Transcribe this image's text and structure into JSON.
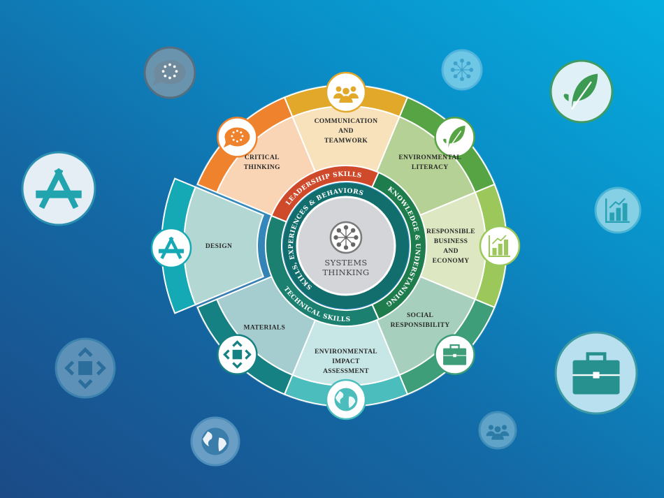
{
  "center": {
    "title_lines": [
      "SYSTEMS",
      "THINKING"
    ],
    "icon": "network-icon"
  },
  "inner_ring": {
    "label": "SKILLS, EXPERIENCES & BEHAVIORS",
    "color": "#116e6c"
  },
  "bands": [
    {
      "label": "LEADERSHIP SKILLS",
      "color": "#cf4a2a"
    },
    {
      "label": "KNOWLEDGE & UNDERSTANDING",
      "color": "#1f7d4d"
    },
    {
      "label": "TECHNICAL SKILLS",
      "color": "#1b806f"
    }
  ],
  "segments": [
    {
      "label_lines": [
        "COMMUNICATION",
        "AND",
        "TEAMWORK"
      ],
      "icon": "people-icon",
      "ring_color": "#e2a829",
      "fill_color": "#f7e2bb"
    },
    {
      "label_lines": [
        "ENVIRONMENTAL",
        "LITERACY"
      ],
      "icon": "leaf-icon",
      "ring_color": "#56a444",
      "fill_color": "#b5d195"
    },
    {
      "label_lines": [
        "RESPONSIBLE",
        "BUSINESS",
        "AND",
        "ECONOMY"
      ],
      "icon": "bar-chart-icon",
      "ring_color": "#9cc75a",
      "fill_color": "#dde8c2"
    },
    {
      "label_lines": [
        "SOCIAL",
        "RESPONSIBILITY"
      ],
      "icon": "briefcase-icon",
      "ring_color": "#3d9e79",
      "fill_color": "#a6d0bd"
    },
    {
      "label_lines": [
        "ENVIRONMENTAL",
        "IMPACT",
        "ASSESSMENT"
      ],
      "icon": "globe-icon",
      "ring_color": "#4bbdbd",
      "fill_color": "#c7e7e7"
    },
    {
      "label_lines": [
        "MATERIALS"
      ],
      "icon": "arrows-icon",
      "ring_color": "#168182",
      "fill_color": "#a5cdcf"
    },
    {
      "label_lines": [
        "DESIGN"
      ],
      "icon": "app-store-icon",
      "ring_color": "#14a9b5",
      "fill_color": "#b3d8d3",
      "highlighted": true
    },
    {
      "label_lines": [
        "CRITICAL",
        "THINKING"
      ],
      "icon": "speech-bubble-icon",
      "ring_color": "#ef822c",
      "fill_color": "#f9d5b5"
    }
  ],
  "background_bubbles": [
    {
      "icon": "speech-bubble-icon"
    },
    {
      "icon": "app-store-icon"
    },
    {
      "icon": "arrows-icon"
    },
    {
      "icon": "globe-icon"
    },
    {
      "icon": "network-icon"
    },
    {
      "icon": "leaf-icon"
    },
    {
      "icon": "bar-chart-icon"
    },
    {
      "icon": "briefcase-icon"
    },
    {
      "icon": "people-icon"
    }
  ]
}
